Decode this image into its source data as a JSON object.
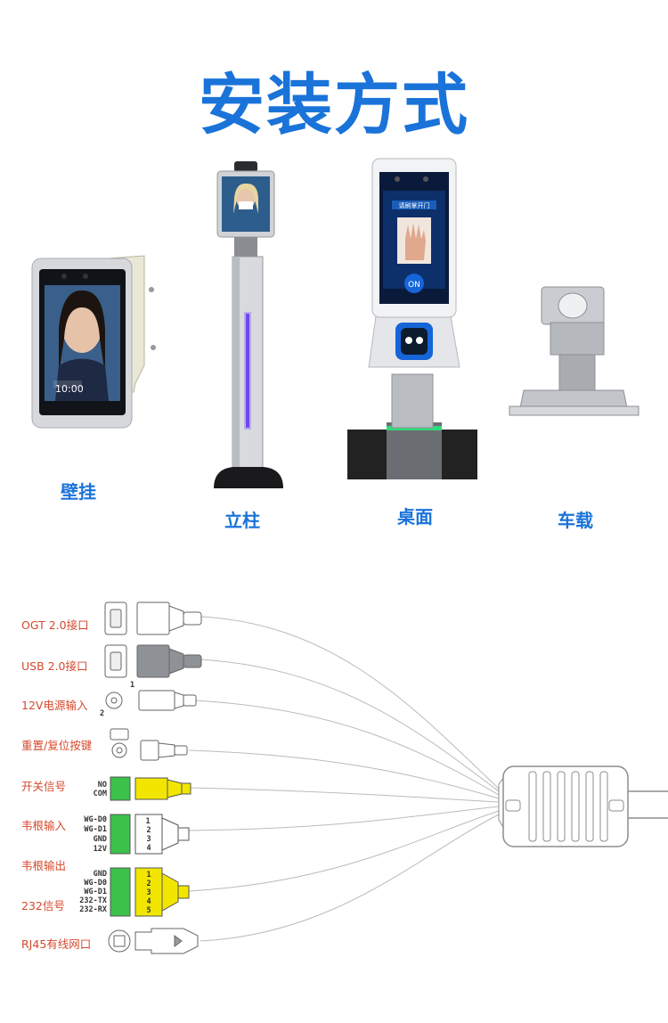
{
  "title": "安装方式",
  "mounts": [
    {
      "label": "壁挂",
      "screen_time": "10:00"
    },
    {
      "label": "立柱"
    },
    {
      "label": "桌面",
      "screen_banner": "请刷掌开门",
      "on_label": "ON"
    },
    {
      "label": "车载"
    }
  ],
  "ports": [
    {
      "label": "OGT 2.0接口"
    },
    {
      "label": "USB 2.0接口"
    },
    {
      "label": "12V电源输入",
      "pins": [
        "1",
        "2"
      ]
    },
    {
      "label": "重置/复位按键"
    },
    {
      "label": "开关信号",
      "pins": [
        "NO",
        "COM"
      ]
    },
    {
      "label": "韦根输入",
      "pins": [
        "WG-D0",
        "WG-D1",
        "GND",
        "12V"
      ],
      "numbers": [
        "1",
        "2",
        "3",
        "4"
      ]
    },
    {
      "label": "韦根输出"
    },
    {
      "label": "232信号",
      "pins": [
        "GND",
        "WG-D0",
        "WG-D1",
        "232-TX",
        "232-RX"
      ],
      "numbers": [
        "1",
        "2",
        "3",
        "4",
        "5"
      ]
    },
    {
      "label": "RJ45有线网口"
    }
  ],
  "colors": {
    "title": "#1a73d9",
    "port_label": "#d44a2e",
    "green": "#3cc14a",
    "yellow": "#f2e600"
  }
}
